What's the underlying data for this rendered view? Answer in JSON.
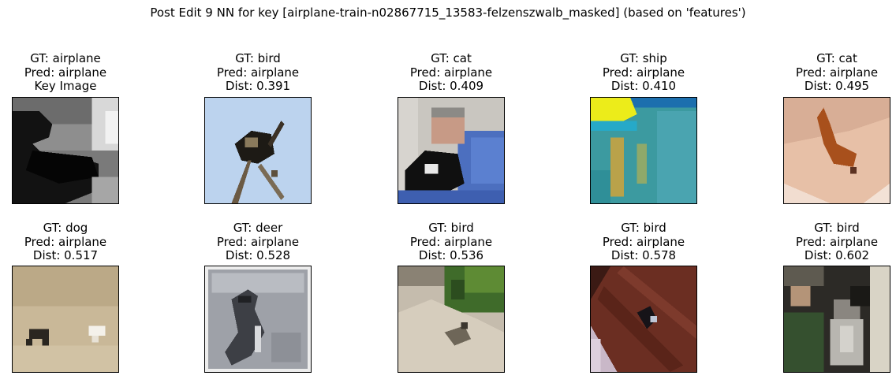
{
  "title": "Post Edit 9 NN for key [airplane-train-n02867715_13583-felzenszwalb_masked] (based on 'features')",
  "panels": [
    {
      "gt": "GT: airplane",
      "pred": "Pred: airplane",
      "extra": "Key Image",
      "image": "grayscale-silhouette"
    },
    {
      "gt": "GT: bird",
      "pred": "Pred: airplane",
      "extra": "Dist: 0.391",
      "image": "bird-on-branch-blue-sky"
    },
    {
      "gt": "GT: cat",
      "pred": "Pred: airplane",
      "extra": "Dist: 0.409",
      "image": "man-holding-black-cat"
    },
    {
      "gt": "GT: ship",
      "pred": "Pred: airplane",
      "extra": "Dist: 0.410",
      "image": "yellow-boat-on-teal-water"
    },
    {
      "gt": "GT: cat",
      "pred": "Pred: airplane",
      "extra": "Dist: 0.495",
      "image": "orange-cat-in-bathtub"
    },
    {
      "gt": "GT: dog",
      "pred": "Pred: airplane",
      "extra": "Dist: 0.517",
      "image": "dogs-running-on-sand"
    },
    {
      "gt": "GT: deer",
      "pred": "Pred: airplane",
      "extra": "Dist: 0.528",
      "image": "grayscale-deer-framed"
    },
    {
      "gt": "GT: bird",
      "pred": "Pred: airplane",
      "extra": "Dist: 0.536",
      "image": "bird-on-rock-green-foliage"
    },
    {
      "gt": "GT: bird",
      "pred": "Pred: airplane",
      "extra": "Dist: 0.578",
      "image": "bird-on-brown-bark"
    },
    {
      "gt": "GT: bird",
      "pred": "Pred: airplane",
      "extra": "Dist: 0.602",
      "image": "people-holding-bird"
    }
  ]
}
